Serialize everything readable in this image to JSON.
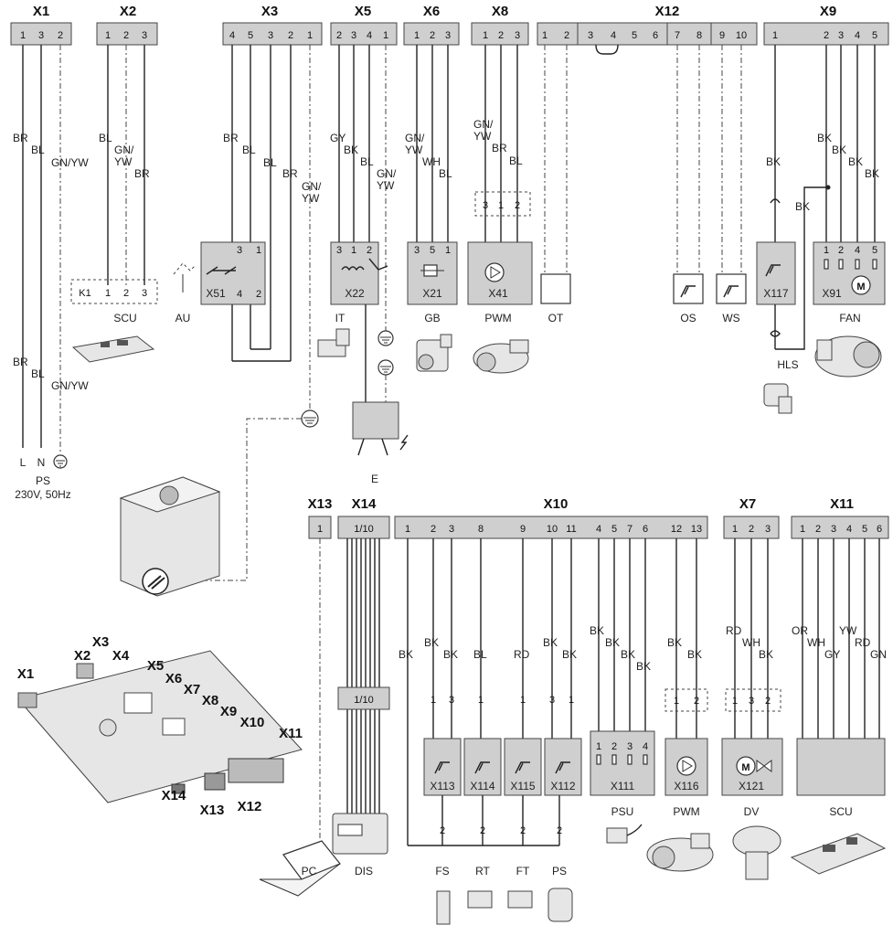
{
  "connectors": {
    "x1": {
      "name": "X1",
      "pins": [
        "1",
        "3",
        "2"
      ]
    },
    "x2": {
      "name": "X2",
      "pins": [
        "1",
        "2",
        "3"
      ]
    },
    "x3": {
      "name": "X3",
      "pins": [
        "4",
        "5",
        "3",
        "2",
        "1"
      ]
    },
    "x5": {
      "name": "X5",
      "pins": [
        "2",
        "3",
        "4",
        "1"
      ]
    },
    "x6": {
      "name": "X6",
      "pins": [
        "1",
        "2",
        "3"
      ]
    },
    "x8": {
      "name": "X8",
      "pins": [
        "1",
        "2",
        "3"
      ]
    },
    "x12": {
      "name": "X12",
      "pins": [
        "1",
        "2",
        "3",
        "4",
        "5",
        "6",
        "7",
        "8",
        "9",
        "10"
      ]
    },
    "x9": {
      "name": "X9",
      "pins": [
        "1",
        "2",
        "3",
        "4",
        "5"
      ]
    },
    "x13": {
      "name": "X13",
      "pins": [
        "1"
      ]
    },
    "x14": {
      "name": "X14",
      "pins": [
        "1/10"
      ]
    },
    "x10": {
      "name": "X10",
      "pins": [
        "1",
        "2",
        "3",
        "8",
        "9",
        "10",
        "11",
        "4",
        "5",
        "7",
        "6",
        "12",
        "13"
      ]
    },
    "x7": {
      "name": "X7",
      "pins": [
        "1",
        "2",
        "3"
      ]
    },
    "x11": {
      "name": "X11",
      "pins": [
        "1",
        "2",
        "3",
        "4",
        "5",
        "6"
      ]
    }
  },
  "wire_colors": {
    "x1": [
      "BR",
      "BL",
      "GN/YW"
    ],
    "x1_lower": [
      "BR",
      "BL",
      "GN/YW"
    ],
    "x2": [
      "BL",
      "GN/",
      "YW",
      "BR"
    ],
    "x3": [
      "BR",
      "BL",
      "BL",
      "BR",
      "GN/",
      "YW"
    ],
    "x5": [
      "GY",
      "BK",
      "BL",
      "GN/",
      "YW"
    ],
    "x6": [
      "GN/",
      "YW",
      "WH",
      "BL"
    ],
    "x8": [
      "GN/",
      "YW",
      "BR",
      "BL"
    ],
    "x9": [
      "BK",
      "BK",
      "BK",
      "BK",
      "BK",
      "BK"
    ],
    "x10": [
      "BK",
      "BK",
      "BK",
      "BL",
      "RD",
      "BK",
      "BK",
      "BK",
      "BK",
      "BK",
      "BK",
      "BK",
      "BK"
    ],
    "x7": [
      "RD",
      "WH",
      "BK"
    ],
    "x11": [
      "OR",
      "WH",
      "GY",
      "YW",
      "RD",
      "GN"
    ]
  },
  "devices": {
    "x51": "X51",
    "x51_pins": [
      "3",
      "1",
      "4",
      "2"
    ],
    "x22": "X22",
    "x22_pins": [
      "3",
      "1",
      "2"
    ],
    "x21": "X21",
    "x21_pins": [
      "3",
      "5",
      "1"
    ],
    "x41": "X41",
    "x41_pins": [
      "3",
      "1",
      "2"
    ],
    "x117": "X117",
    "x91": "X91",
    "x91_pins": [
      "1",
      "2",
      "4",
      "5"
    ],
    "x91_motor": "M",
    "k1": "K1",
    "k1_pins": [
      "1",
      "2",
      "3"
    ],
    "x113": "X113",
    "x114": "X114",
    "x115": "X115",
    "x112": "X112",
    "x111": "X111",
    "x111_pins": [
      "1",
      "2",
      "3",
      "4"
    ],
    "x116": "X116",
    "x116_pins": [
      "1",
      "2"
    ],
    "x121": "X121",
    "x121_pins": [
      "1",
      "3",
      "2"
    ],
    "x121_motor": "M",
    "x10_sensor_pins": [
      "1",
      "3",
      "1",
      "1",
      "3",
      "1"
    ],
    "x14_mid": "1/10",
    "inline_pin": "2"
  },
  "labels": {
    "scu": "SCU",
    "au": "AU",
    "it": "IT",
    "gb": "GB",
    "pwm": "PWM",
    "ot": "OT",
    "os": "OS",
    "ws": "WS",
    "fan": "FAN",
    "hls": "HLS",
    "ps_l": "L",
    "ps_n": "N",
    "ps": "PS",
    "ps_spec": "230V, 50Hz",
    "e": "E",
    "pc": "PC",
    "dis": "DIS",
    "fs": "FS",
    "rt": "RT",
    "ft": "FT",
    "ps2": "PS",
    "psu": "PSU",
    "pwm2": "PWM",
    "dv": "DV",
    "scu2": "SCU"
  },
  "board_labels": [
    "X1",
    "X2",
    "X3",
    "X4",
    "X5",
    "X6",
    "X7",
    "X8",
    "X9",
    "X10",
    "X11",
    "X14",
    "X13",
    "X12"
  ]
}
